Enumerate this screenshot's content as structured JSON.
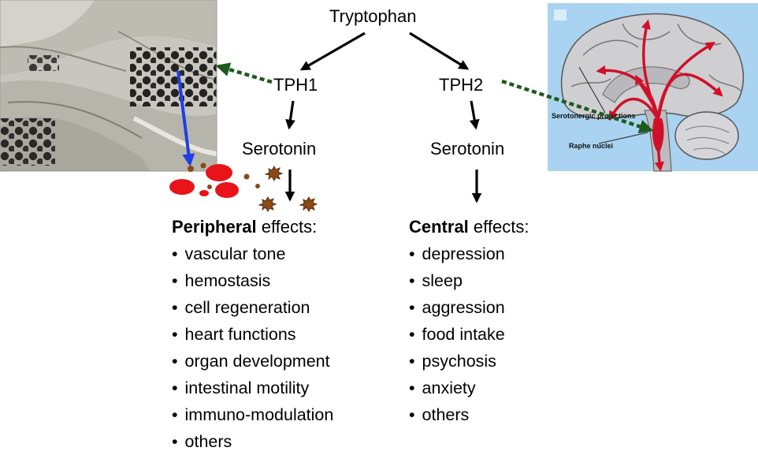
{
  "nodes": {
    "tryptophan": "Tryptophan",
    "tph1": "TPH1",
    "tph2": "TPH2",
    "serotonin_left": "Serotonin",
    "serotonin_right": "Serotonin"
  },
  "peripheral": {
    "bold": "Peripheral",
    "suffix": " effects:",
    "items": [
      "vascular tone",
      "hemostasis",
      "cell regeneration",
      "heart functions",
      "organ development",
      "intestinal motility",
      "immuno-modulation",
      "others"
    ]
  },
  "central": {
    "bold": "Central",
    "suffix": " effects:",
    "items": [
      "depression",
      "sleep",
      "aggression",
      "food intake",
      "psychosis",
      "anxiety",
      "others"
    ]
  },
  "brain_image": {
    "projections_label": "Serotonergic projections",
    "raphe_label": "Raphe nuclei"
  },
  "colors": {
    "text": "#000000",
    "dashed_arrow": "#1e5a1e",
    "blue_arrow": "#1f3fe6",
    "platelet_red": "#e8141a",
    "granule_brown": "#8a4a16",
    "brain_bg": "#a9d3f0",
    "projection_red": "#d0102a"
  },
  "icons": [
    "micrograph-image",
    "brain-image",
    "red-blood-cell-icon",
    "platelet-icon"
  ]
}
